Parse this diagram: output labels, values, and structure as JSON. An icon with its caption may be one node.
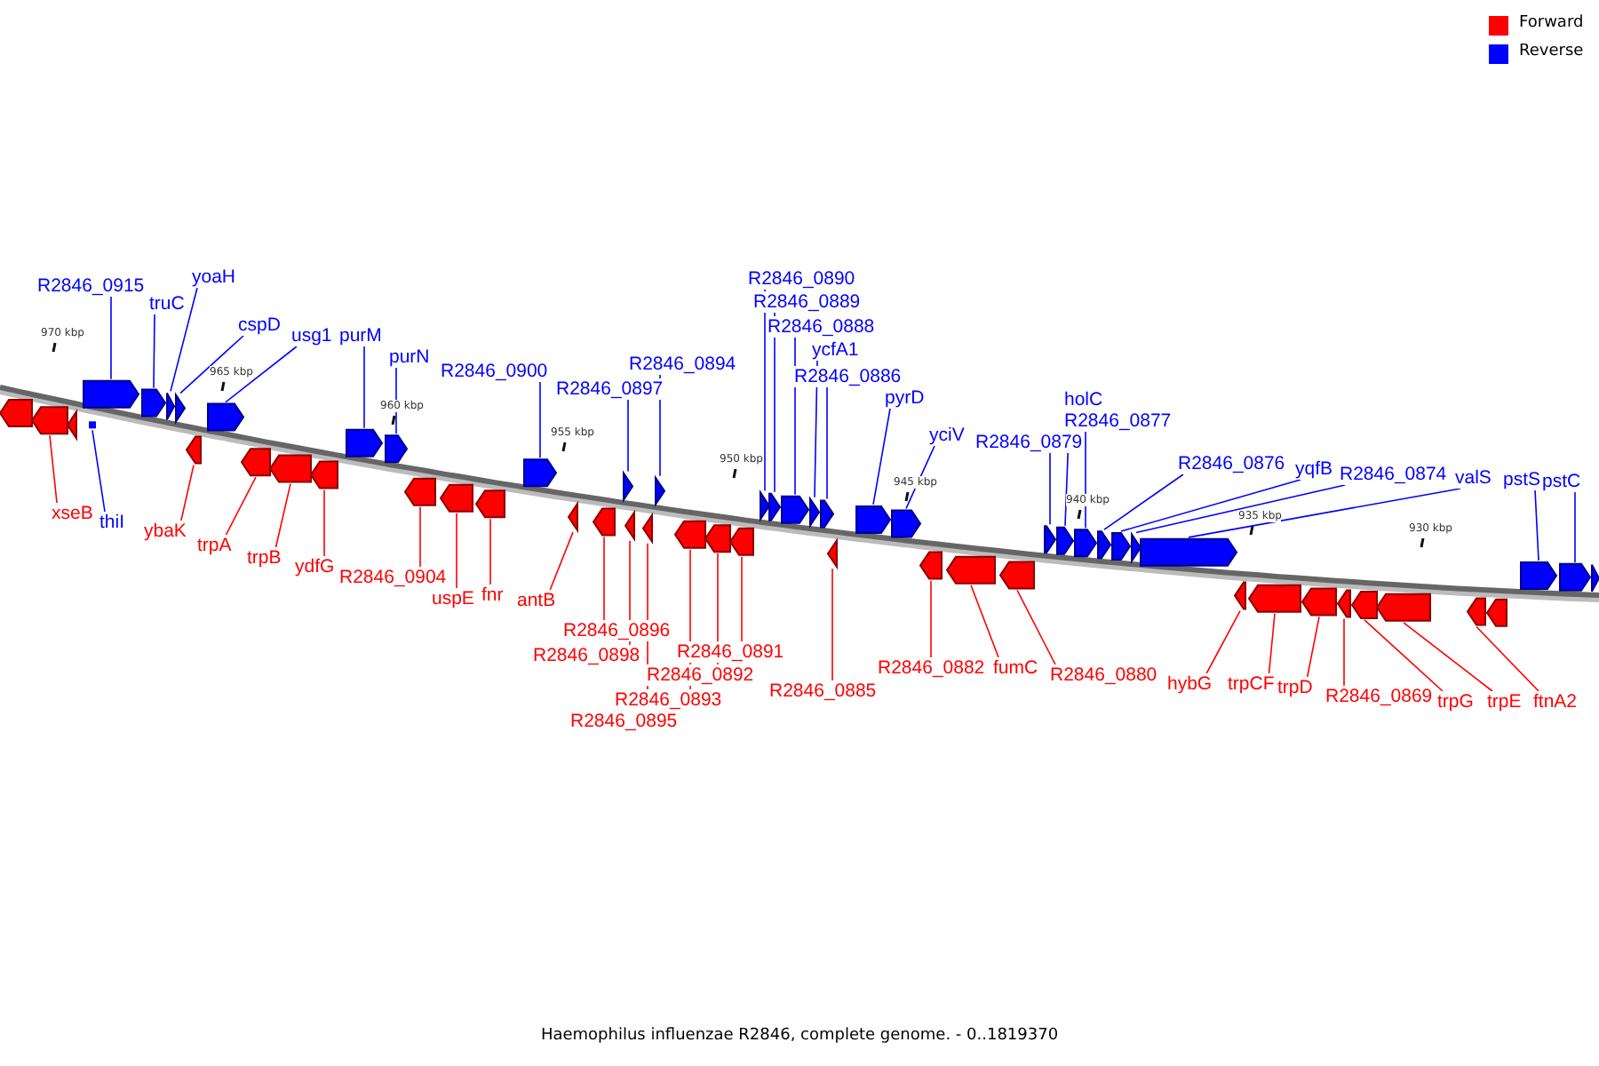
{
  "diagram": {
    "caption": "Haemophilus influenzae R2846, complete genome. - 0..1819370",
    "nodes": [
      {
        "text": [
          "R2846_0915"
        ]
      },
      {
        "text": [
          "truC"
        ]
      },
      {
        "text": [
          "yoaH"
        ]
      },
      {
        "text": [
          "cspD"
        ]
      },
      {
        "text": [
          "usg1"
        ]
      },
      {
        "text": [
          "purM"
        ]
      },
      {
        "text": [
          "purN"
        ]
      },
      {
        "text": [
          "R2846_0900"
        ]
      },
      {
        "text": [
          "R2846_0897"
        ]
      },
      {
        "text": [
          "R2846_0894"
        ]
      },
      {
        "text": [
          "R2846_0890"
        ]
      },
      {
        "text": [
          "R2846_0889"
        ]
      },
      {
        "text": [
          "R2846_0888"
        ]
      },
      {
        "text": [
          "ycfA1"
        ]
      },
      {
        "text": [
          "R2846_0886"
        ]
      },
      {
        "text": [
          "pyrD"
        ]
      },
      {
        "text": [
          "yciV"
        ]
      },
      {
        "text": [
          "R2846_0879"
        ]
      },
      {
        "text": [
          "holC"
        ]
      },
      {
        "text": [
          "R2846_0877"
        ]
      },
      {
        "text": [
          "R2846_0876"
        ]
      },
      {
        "text": [
          "yqfB"
        ]
      },
      {
        "text": [
          "R2846_0874"
        ]
      },
      {
        "text": [
          "valS"
        ]
      },
      {
        "text": [
          "pstS"
        ]
      },
      {
        "text": [
          "pstC"
        ]
      },
      {
        "text": [
          "xseB"
        ]
      },
      {
        "text": [
          "thiI"
        ]
      },
      {
        "text": [
          "ybaK"
        ]
      },
      {
        "text": [
          "trpA"
        ]
      },
      {
        "text": [
          "trpB"
        ]
      },
      {
        "text": [
          "ydfG"
        ]
      },
      {
        "text": [
          "R2846_0904"
        ]
      },
      {
        "text": [
          "uspE"
        ]
      },
      {
        "text": [
          "fnr"
        ]
      },
      {
        "text": [
          "antB"
        ]
      },
      {
        "text": [
          "R2846_0896"
        ]
      },
      {
        "text": [
          "R2846_0898"
        ]
      },
      {
        "text": [
          "R2846_0895"
        ]
      },
      {
        "text": [
          "R2846_0893"
        ]
      },
      {
        "text": [
          "R2846_0892"
        ]
      },
      {
        "text": [
          "R2846_0891"
        ]
      },
      {
        "text": [
          "R2846_0885"
        ]
      },
      {
        "text": [
          "R2846_0882"
        ]
      },
      {
        "text": [
          "fumC"
        ]
      },
      {
        "text": [
          "R2846_0880"
        ]
      },
      {
        "text": [
          "hybG"
        ]
      },
      {
        "text": [
          "trpCF"
        ]
      },
      {
        "text": [
          "trpD"
        ]
      },
      {
        "text": [
          "R2846_0869"
        ]
      },
      {
        "text": [
          "trpG"
        ]
      },
      {
        "text": [
          "trpE"
        ]
      },
      {
        "text": [
          "ftnA2"
        ]
      },
      {
        "text": [],
        "shape": "arrow"
      },
      {
        "text": [],
        "shape": "arrow"
      },
      {
        "text": [],
        "shape": "arrow"
      },
      {
        "text": [],
        "shape": "arrow"
      },
      {
        "text": [],
        "shape": "box"
      },
      {
        "text": [],
        "shape": "arrow"
      },
      {
        "text": [],
        "shape": "arrow"
      },
      {
        "text": [],
        "shape": "arrow"
      },
      {
        "text": [],
        "shape": "arrow"
      },
      {
        "text": [],
        "shape": "arrow"
      },
      {
        "text": [],
        "shape": "arrow"
      },
      {
        "text": [],
        "shape": "arrow"
      },
      {
        "text": [],
        "shape": "arrow"
      },
      {
        "text": [],
        "shape": "arrow"
      },
      {
        "text": [],
        "shape": "arrow"
      },
      {
        "text": [],
        "shape": "arrow"
      },
      {
        "text": [],
        "shape": "arrow"
      },
      {
        "text": [],
        "shape": "arrow"
      },
      {
        "text": [],
        "shape": "arrow"
      },
      {
        "text": [],
        "shape": "arrow"
      },
      {
        "text": [],
        "shape": "arrow"
      },
      {
        "text": [],
        "shape": "arrow"
      },
      {
        "text": [],
        "shape": "arrow"
      },
      {
        "text": [],
        "shape": "arrow"
      },
      {
        "text": [],
        "shape": "arrow"
      },
      {
        "text": [],
        "shape": "arrow"
      },
      {
        "text": [],
        "shape": "arrow"
      },
      {
        "text": [],
        "shape": "arrow"
      },
      {
        "text": [],
        "shape": "arrow"
      },
      {
        "text": [],
        "shape": "arrow"
      },
      {
        "text": [],
        "shape": "arrow"
      },
      {
        "text": [],
        "shape": "arrow"
      },
      {
        "text": [],
        "shape": "arrow"
      },
      {
        "text": [],
        "shape": "arrow"
      },
      {
        "text": [],
        "shape": "arrow"
      },
      {
        "text": [],
        "shape": "arrow"
      },
      {
        "text": [],
        "shape": "arrow"
      },
      {
        "text": [],
        "shape": "arrow"
      },
      {
        "text": [],
        "shape": "arrow"
      },
      {
        "text": [],
        "shape": "arrow"
      },
      {
        "text": [],
        "shape": "arrow"
      },
      {
        "text": [],
        "shape": "arrow"
      },
      {
        "text": [],
        "shape": "arrow"
      },
      {
        "text": [],
        "shape": "arrow"
      },
      {
        "text": [],
        "shape": "arrow"
      },
      {
        "text": [],
        "shape": "arrow"
      },
      {
        "text": [],
        "shape": "arrow"
      },
      {
        "text": [],
        "shape": "arrow"
      },
      {
        "text": [],
        "shape": "arrow"
      },
      {
        "text": [],
        "shape": "arrow"
      },
      {
        "text": [],
        "shape": "arrow"
      },
      {
        "text": [],
        "shape": "arrow"
      },
      {
        "text": [],
        "shape": "arrow"
      },
      {
        "text": [],
        "shape": "arrow"
      },
      {
        "text": [],
        "shape": "arrow"
      },
      {
        "text": [],
        "shape": "arrow"
      },
      {
        "text": [],
        "shape": "arrow"
      }
    ],
    "edges": [
      {
        "from": 0,
        "to": 56,
        "arrow": "none",
        "color": "#0000ff"
      },
      {
        "from": 1,
        "to": 58,
        "arrow": "none",
        "color": "#0000ff"
      },
      {
        "from": 2,
        "to": 59,
        "arrow": "none",
        "color": "#0000ff"
      },
      {
        "from": 3,
        "to": 60,
        "arrow": "none",
        "color": "#0000ff"
      },
      {
        "from": 4,
        "to": 62,
        "arrow": "none",
        "color": "#0000ff"
      },
      {
        "from": 5,
        "to": 66,
        "arrow": "none",
        "color": "#0000ff"
      },
      {
        "from": 6,
        "to": 67,
        "arrow": "none",
        "color": "#0000ff"
      },
      {
        "from": 7,
        "to": 71,
        "arrow": "none",
        "color": "#0000ff"
      },
      {
        "from": 8,
        "to": 74,
        "arrow": "none",
        "color": "#0000ff"
      },
      {
        "from": 9,
        "to": 77,
        "arrow": "none",
        "color": "#0000ff"
      },
      {
        "from": 10,
        "to": 81,
        "arrow": "none",
        "color": "#0000ff"
      },
      {
        "from": 11,
        "to": 82,
        "arrow": "none",
        "color": "#0000ff"
      },
      {
        "from": 12,
        "to": 83,
        "arrow": "none",
        "color": "#0000ff"
      },
      {
        "from": 13,
        "to": 84,
        "arrow": "none",
        "color": "#0000ff"
      },
      {
        "from": 14,
        "to": 85,
        "arrow": "none",
        "color": "#0000ff"
      },
      {
        "from": 15,
        "to": 87,
        "arrow": "none",
        "color": "#0000ff"
      },
      {
        "from": 16,
        "to": 88,
        "arrow": "none",
        "color": "#0000ff"
      },
      {
        "from": 17,
        "to": 92,
        "arrow": "none",
        "color": "#0000ff"
      },
      {
        "from": 18,
        "to": 93,
        "arrow": "none",
        "color": "#0000ff"
      },
      {
        "from": 19,
        "to": 94,
        "arrow": "none",
        "color": "#0000ff"
      },
      {
        "from": 20,
        "to": 95,
        "arrow": "none",
        "color": "#0000ff"
      },
      {
        "from": 21,
        "to": 96,
        "arrow": "none",
        "color": "#0000ff"
      },
      {
        "from": 22,
        "to": 97,
        "arrow": "none",
        "color": "#0000ff"
      },
      {
        "from": 23,
        "to": 98,
        "arrow": "none",
        "color": "#0000ff"
      },
      {
        "from": 24,
        "to": 107,
        "arrow": "none",
        "color": "#0000ff"
      },
      {
        "from": 25,
        "to": 108,
        "arrow": "none",
        "color": "#0000ff"
      },
      {
        "from": 26,
        "to": 54,
        "arrow": "none",
        "color": "#ff0000"
      },
      {
        "from": 27,
        "to": 57,
        "arrow": "none",
        "color": "#0000ff"
      },
      {
        "from": 28,
        "to": 61,
        "arrow": "none",
        "color": "#ff0000"
      },
      {
        "from": 29,
        "to": 63,
        "arrow": "none",
        "color": "#ff0000"
      },
      {
        "from": 30,
        "to": 64,
        "arrow": "none",
        "color": "#ff0000"
      },
      {
        "from": 31,
        "to": 65,
        "arrow": "none",
        "color": "#ff0000"
      },
      {
        "from": 32,
        "to": 68,
        "arrow": "none",
        "color": "#ff0000"
      },
      {
        "from": 33,
        "to": 69,
        "arrow": "none",
        "color": "#ff0000"
      },
      {
        "from": 34,
        "to": 70,
        "arrow": "none",
        "color": "#ff0000"
      },
      {
        "from": 35,
        "to": 72,
        "arrow": "none",
        "color": "#ff0000"
      },
      {
        "from": 36,
        "to": 73,
        "arrow": "none",
        "color": "#ff0000"
      },
      {
        "from": 37,
        "to": 75,
        "arrow": "none",
        "color": "#ff0000"
      },
      {
        "from": 38,
        "to": 76,
        "arrow": "none",
        "color": "#ff0000"
      },
      {
        "from": 39,
        "to": 78,
        "arrow": "none",
        "color": "#ff0000"
      },
      {
        "from": 40,
        "to": 79,
        "arrow": "none",
        "color": "#ff0000"
      },
      {
        "from": 41,
        "to": 80,
        "arrow": "none",
        "color": "#ff0000"
      },
      {
        "from": 42,
        "to": 86,
        "arrow": "none",
        "color": "#ff0000"
      },
      {
        "from": 43,
        "to": 89,
        "arrow": "none",
        "color": "#ff0000"
      },
      {
        "from": 44,
        "to": 90,
        "arrow": "none",
        "color": "#ff0000"
      },
      {
        "from": 45,
        "to": 91,
        "arrow": "none",
        "color": "#ff0000"
      },
      {
        "from": 46,
        "to": 99,
        "arrow": "none",
        "color": "#ff0000"
      },
      {
        "from": 47,
        "to": 100,
        "arrow": "none",
        "color": "#ff0000"
      },
      {
        "from": 48,
        "to": 101,
        "arrow": "none",
        "color": "#ff0000"
      },
      {
        "from": 49,
        "to": 102,
        "arrow": "none",
        "color": "#ff0000"
      },
      {
        "from": 50,
        "to": 103,
        "arrow": "none",
        "color": "#ff0000"
      },
      {
        "from": 51,
        "to": 104,
        "arrow": "none",
        "color": "#ff0000"
      },
      {
        "from": 52,
        "to": 105,
        "arrow": "none",
        "color": "#ff0000"
      }
    ],
    "labels": [
      "970 kbp",
      "965 kbp",
      "960 kbp",
      "955 kbp",
      "950 kbp",
      "945 kbp",
      "940 kbp",
      "935 kbp",
      "930 kbp"
    ],
    "legend": [
      {
        "text": "Forward",
        "color": "#ff0000"
      },
      {
        "text": "Reverse",
        "color": "#0000ff"
      }
    ]
  }
}
